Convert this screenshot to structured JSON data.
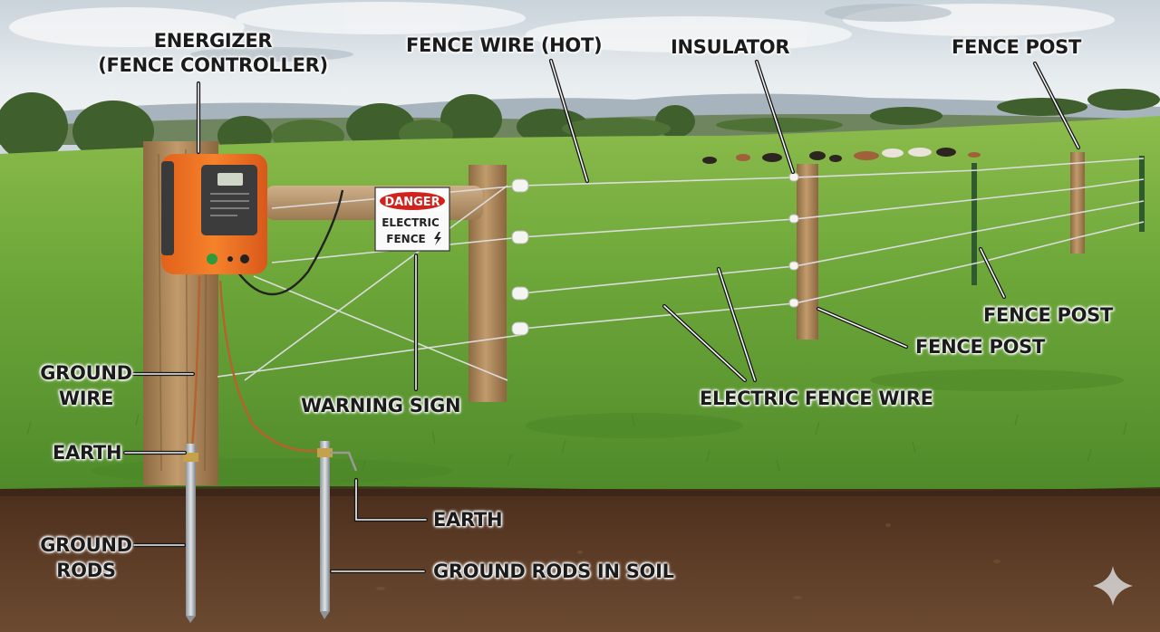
{
  "labels": {
    "energizer_line1": "ENERGIZER",
    "energizer_line2": "(FENCE CONTROLLER)",
    "fence_wire_hot": "FENCE WIRE (HOT)",
    "insulator": "INSULATOR",
    "fence_post_top": "FENCE POST",
    "fence_post_right": "FENCE POST",
    "fence_post_mid": "FENCE POST",
    "ground_wire_line1": "GROUND",
    "ground_wire_line2": "WIRE",
    "warning_sign": "WARNING SIGN",
    "electric_fence_wire": "ELECTRIC FENCE WIRE",
    "earth_left": "EARTH",
    "earth_right": "EARTH",
    "ground_rods_line1": "GROUND",
    "ground_rods_line2": "RODS",
    "ground_rods_in_soil": "GROUND RODS IN SOIL"
  },
  "sign": {
    "header": "DANGER",
    "line1": "ELECTRIC",
    "line2": "FENCE"
  },
  "colors": {
    "sky": "#dfe6ea",
    "grass": "#5e9a34",
    "soil": "#5a3a26",
    "energizer": "#f07320",
    "post": "#b08a5c",
    "wire": "#d9d9d9",
    "danger_red": "#d3221c"
  },
  "icons": {
    "sparkle": "sparkle-icon",
    "bolt": "lightning-bolt-icon"
  }
}
